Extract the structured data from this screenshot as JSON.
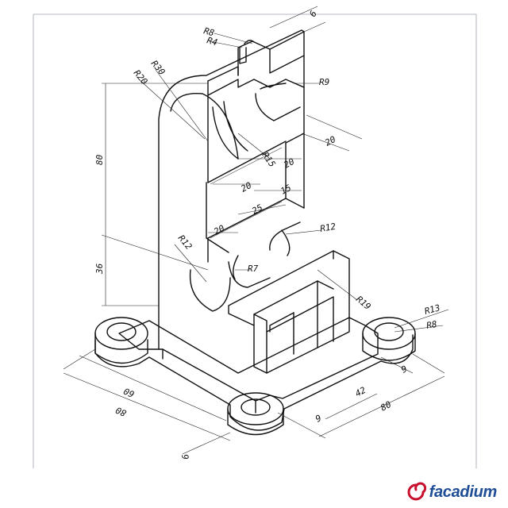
{
  "drawing": {
    "dimensions": {
      "r8_top": "R8",
      "r4": "R4",
      "d6_top": "6",
      "r30": "R30",
      "r20": "R20",
      "r9": "R9",
      "r15": "R15",
      "d20_right": "20",
      "d20_mid": "20",
      "d20_left": "20",
      "d15": "15",
      "d25": "25",
      "d20_low": "20",
      "r12_right": "R12",
      "r12_left": "R12",
      "r7": "R7",
      "d80_height": "80",
      "d36": "36",
      "r19": "R19",
      "r13": "R13",
      "r8_base": "R8",
      "d9_right": "9",
      "d42": "42",
      "d80_base_right": "80",
      "d9_front": "9",
      "d60": "60",
      "d80_base_left": "80",
      "d6_bottom": "6"
    }
  },
  "logo": {
    "text": "facadium",
    "color": "#1f4e96",
    "accent": "#c8102e"
  }
}
